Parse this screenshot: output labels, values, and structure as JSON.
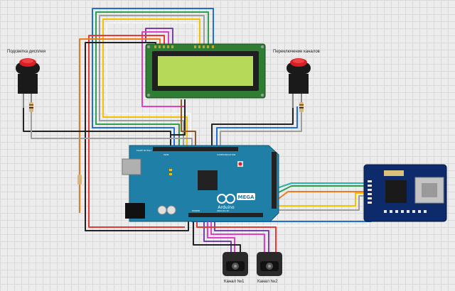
{
  "labels": {
    "left_button": "Подсветка дисплея",
    "right_button": "Переключение каналов",
    "channel1": "Канал №1",
    "channel2": "Канал №2"
  },
  "arduino": {
    "brand": "Arduino",
    "model": "MEGA",
    "made_in": "MADE IN ITALY",
    "pwm": "PWM",
    "communication": "COMMUNICATION",
    "power": "POWER",
    "analog_in": "ANALOG IN"
  },
  "colors": {
    "arduino_board": "#1f7fa6",
    "lcd_pcb": "#2e7d32",
    "lcd_screen": "#b7d95a",
    "ethernet_module": "#0d2a6b",
    "button_cap": "#d81f26",
    "connector_body": "#2a2a2a",
    "wire_red": "#e53935",
    "wire_black": "#222222",
    "wire_blue": "#1e6fd9",
    "wire_green": "#2e9e4f",
    "wire_yellow": "#f2c200",
    "wire_orange": "#f07a1a",
    "wire_purple": "#7b3fa8",
    "wire_pink": "#e040c8",
    "wire_white": "#f5f5f5",
    "wire_gray": "#9e9e9e",
    "wire_teal": "#2bb5a8"
  },
  "icons": {
    "arduino_logo": "infinity-logo",
    "ethernet_jack": "rj45-jack"
  }
}
